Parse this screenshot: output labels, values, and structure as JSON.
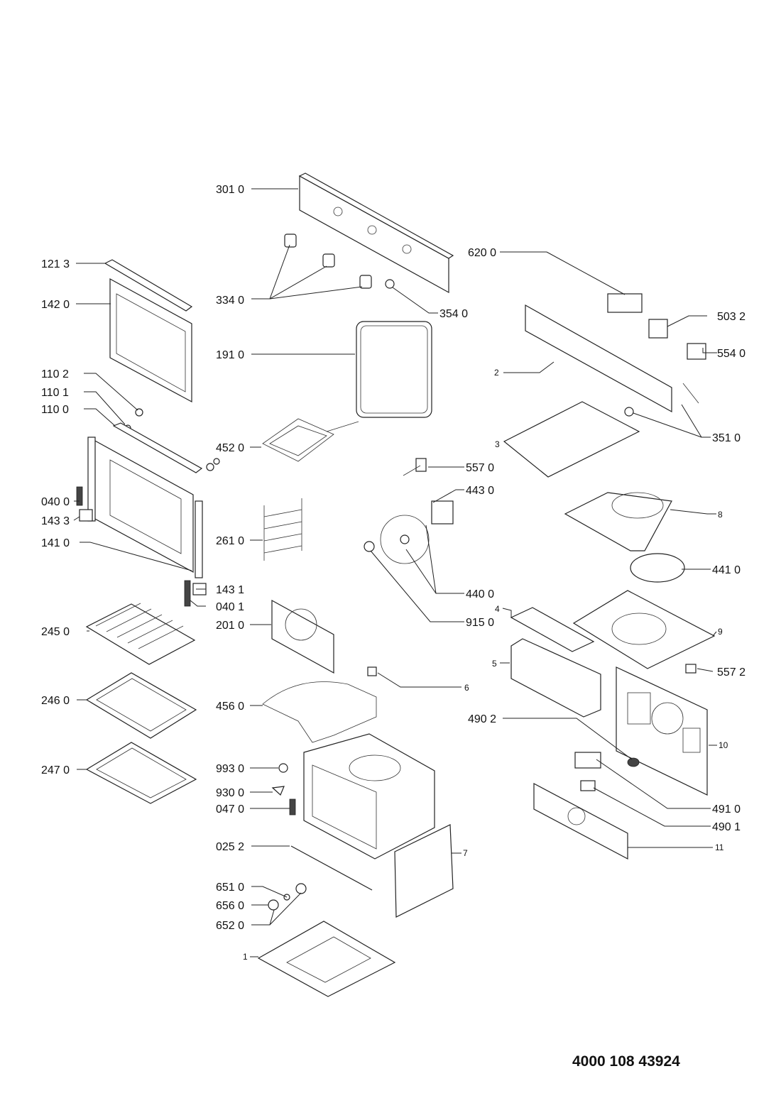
{
  "document_number": "4000 108 43924",
  "parts": [
    {
      "id": "p3010",
      "label": "301 0"
    },
    {
      "id": "p6200",
      "label": "620 0"
    },
    {
      "id": "p1213",
      "label": "121 3"
    },
    {
      "id": "p3340",
      "label": "334 0"
    },
    {
      "id": "p3540",
      "label": "354 0"
    },
    {
      "id": "p1420",
      "label": "142 0"
    },
    {
      "id": "p5032",
      "label": "503 2"
    },
    {
      "id": "p1910",
      "label": "191 0"
    },
    {
      "id": "p5540",
      "label": "554 0"
    },
    {
      "id": "p2",
      "label": "2"
    },
    {
      "id": "p1102",
      "label": "110 2"
    },
    {
      "id": "p1101",
      "label": "110 1"
    },
    {
      "id": "p1100",
      "label": "110 0"
    },
    {
      "id": "p3510",
      "label": "351 0"
    },
    {
      "id": "p4520",
      "label": "452 0"
    },
    {
      "id": "p3",
      "label": "3"
    },
    {
      "id": "p5570",
      "label": "557 0"
    },
    {
      "id": "p4430",
      "label": "443 0"
    },
    {
      "id": "p0400",
      "label": "040 0"
    },
    {
      "id": "p1433",
      "label": "143 3"
    },
    {
      "id": "p8",
      "label": "8"
    },
    {
      "id": "p2610",
      "label": "261 0"
    },
    {
      "id": "p1410",
      "label": "141 0"
    },
    {
      "id": "p4410",
      "label": "441 0"
    },
    {
      "id": "p1431",
      "label": "143 1"
    },
    {
      "id": "p4400",
      "label": "440 0"
    },
    {
      "id": "p0401",
      "label": "040 1"
    },
    {
      "id": "p4",
      "label": "4"
    },
    {
      "id": "p2450",
      "label": "245 0"
    },
    {
      "id": "p2010",
      "label": "201 0"
    },
    {
      "id": "p9150",
      "label": "915 0"
    },
    {
      "id": "p9",
      "label": "9"
    },
    {
      "id": "p5",
      "label": "5"
    },
    {
      "id": "p5572",
      "label": "557 2"
    },
    {
      "id": "p6",
      "label": "6"
    },
    {
      "id": "p2460",
      "label": "246 0"
    },
    {
      "id": "p4560",
      "label": "456 0"
    },
    {
      "id": "p4902",
      "label": "490 2"
    },
    {
      "id": "p10",
      "label": "10"
    },
    {
      "id": "p2470",
      "label": "247 0"
    },
    {
      "id": "p9930",
      "label": "993 0"
    },
    {
      "id": "p9300",
      "label": "930 0"
    },
    {
      "id": "p0470",
      "label": "047 0"
    },
    {
      "id": "p4910",
      "label": "491 0"
    },
    {
      "id": "p4901",
      "label": "490 1"
    },
    {
      "id": "p0252",
      "label": "025 2"
    },
    {
      "id": "p7",
      "label": "7"
    },
    {
      "id": "p11",
      "label": "11"
    },
    {
      "id": "p6510",
      "label": "651 0"
    },
    {
      "id": "p6560",
      "label": "656 0"
    },
    {
      "id": "p6520",
      "label": "652 0"
    },
    {
      "id": "p1",
      "label": "1"
    }
  ]
}
